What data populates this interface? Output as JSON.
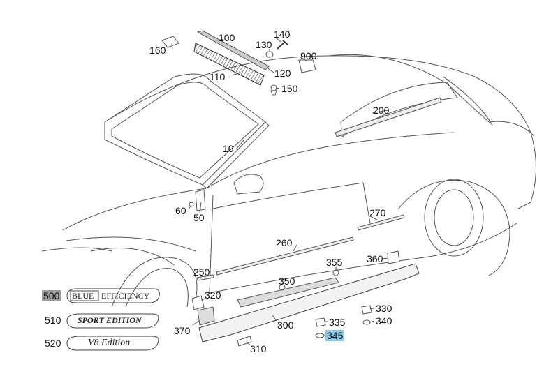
{
  "callouts": [
    {
      "id": "c160",
      "text": "160"
    },
    {
      "id": "c100",
      "text": "100"
    },
    {
      "id": "c140",
      "text": "140"
    },
    {
      "id": "c130",
      "text": "130"
    },
    {
      "id": "c900",
      "text": "900"
    },
    {
      "id": "c120",
      "text": "120"
    },
    {
      "id": "c110",
      "text": "110"
    },
    {
      "id": "c150",
      "text": "150"
    },
    {
      "id": "c200",
      "text": "200"
    },
    {
      "id": "c10",
      "text": "10"
    },
    {
      "id": "c60",
      "text": "60"
    },
    {
      "id": "c50",
      "text": "50"
    },
    {
      "id": "c270",
      "text": "270"
    },
    {
      "id": "c260",
      "text": "260"
    },
    {
      "id": "c360",
      "text": "360"
    },
    {
      "id": "c355",
      "text": "355"
    },
    {
      "id": "c250",
      "text": "250"
    },
    {
      "id": "c350",
      "text": "350"
    },
    {
      "id": "c320",
      "text": "320"
    },
    {
      "id": "c330",
      "text": "330"
    },
    {
      "id": "c335",
      "text": "335"
    },
    {
      "id": "c340",
      "text": "340"
    },
    {
      "id": "c370",
      "text": "370"
    },
    {
      "id": "c300",
      "text": "300"
    },
    {
      "id": "c345",
      "text": "345"
    },
    {
      "id": "c310",
      "text": "310"
    },
    {
      "id": "c500",
      "text": "500"
    },
    {
      "id": "c510",
      "text": "510"
    },
    {
      "id": "c520",
      "text": "520"
    }
  ],
  "badges": {
    "blue_box": "BLUE",
    "efficiency": "EFFICIENCY",
    "sport": "SPORT EDITION",
    "v8": "V8 Edition"
  }
}
